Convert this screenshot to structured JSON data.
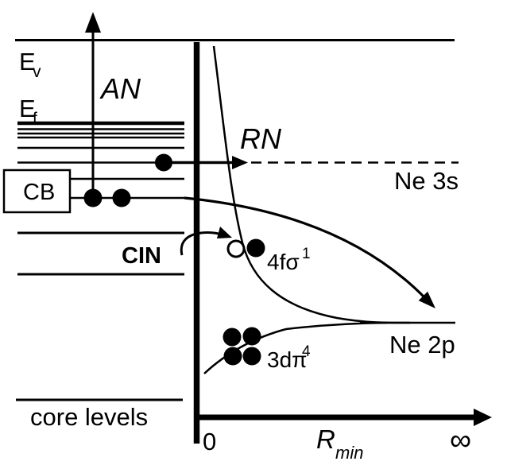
{
  "figure": {
    "background": "#ffffff",
    "ink": "#000000"
  },
  "labels": {
    "vacuum_level": {
      "main": "E",
      "sub": "v"
    },
    "fermi_level": {
      "main": "E",
      "sub": "f"
    },
    "auger_neutralization": "AN",
    "resonant_neutralization": "RN",
    "conduction_band": "CB",
    "collision_induced_neutralization": "CIN",
    "ne_3s": "Ne 3s",
    "ne_2p": "Ne 2p",
    "orbital_4f_sigma": {
      "main": "4f",
      "greek": "σ",
      "sup": "1"
    },
    "orbital_3d_pi": {
      "main": "3d",
      "greek": "π",
      "sup": "4"
    },
    "core_levels": "core levels",
    "axis": {
      "zero": "0",
      "r": "R",
      "r_sub": "min",
      "infinity": "∞"
    }
  }
}
